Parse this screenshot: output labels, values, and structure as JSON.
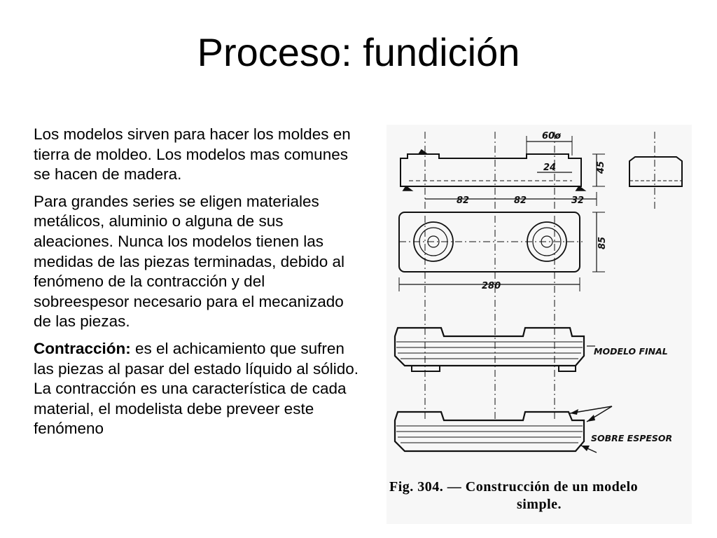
{
  "slide": {
    "title": "Proceso: fundición",
    "paragraphs": [
      "Los modelos  sirven para hacer los moldes en tierra  de moldeo. Los modelos mas comunes se hacen de madera.",
      "Para grandes series  se eligen materiales metálicos, aluminio  o alguna de sus aleaciones. Nunca los modelos tienen las medidas de las piezas terminadas, debido al fenómeno de la contracción y del sobreespesor necesario para el mecanizado de las piezas."
    ],
    "definition": {
      "term": "Contracción:",
      "text": " es el achicamiento que sufren las piezas al pasar del estado líquido al sólido. La contracción es una característica de cada material, el modelista debe preveer este fenómeno"
    }
  },
  "figure": {
    "dimensions": {
      "d60": "60ø",
      "d24": "24",
      "d45": "45",
      "d82a": "82",
      "d82b": "82",
      "d32": "32",
      "d85": "85",
      "d280": "280"
    },
    "labels": {
      "modelo_final": "MODELO FINAL",
      "sobre_espesor": "SOBRE ESPESOR"
    },
    "caption": {
      "line1": "Fig. 304. — Construcción de un modelo",
      "line2": "simple."
    }
  }
}
